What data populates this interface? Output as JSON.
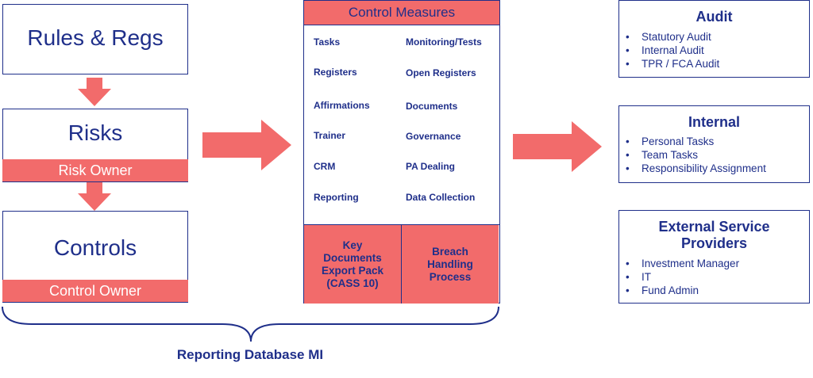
{
  "left": {
    "rules": "Rules & Regs",
    "risks": "Risks",
    "risk_owner": "Risk Owner",
    "controls": "Controls",
    "control_owner": "Control Owner"
  },
  "control_measures": {
    "header": "Control Measures",
    "col1": [
      "Tasks",
      "Registers",
      "Affirmations",
      "Trainer",
      "CRM",
      "Reporting"
    ],
    "col2": [
      "Monitoring/Tests",
      "Open Registers",
      "Documents",
      "Governance",
      "PA Dealing",
      "Data Collection"
    ],
    "bottom_left": "Key\nDocuments\nExport Pack\n(CASS 10)",
    "bottom_right": "Breach\nHandling\nProcess"
  },
  "audit": {
    "title": "Audit",
    "items": [
      "Statutory Audit",
      "Internal Audit",
      "TPR / FCA Audit"
    ]
  },
  "internal": {
    "title": "Internal",
    "items": [
      "Personal Tasks",
      "Team Tasks",
      "Responsibility Assignment"
    ]
  },
  "external": {
    "title": "External Service\nProviders",
    "items": [
      "Investment Manager",
      "IT",
      "Fund Admin"
    ]
  },
  "footer": "Reporting Database MI",
  "colors": {
    "navy": "#1f2f8a",
    "coral": "#f26b6b"
  }
}
